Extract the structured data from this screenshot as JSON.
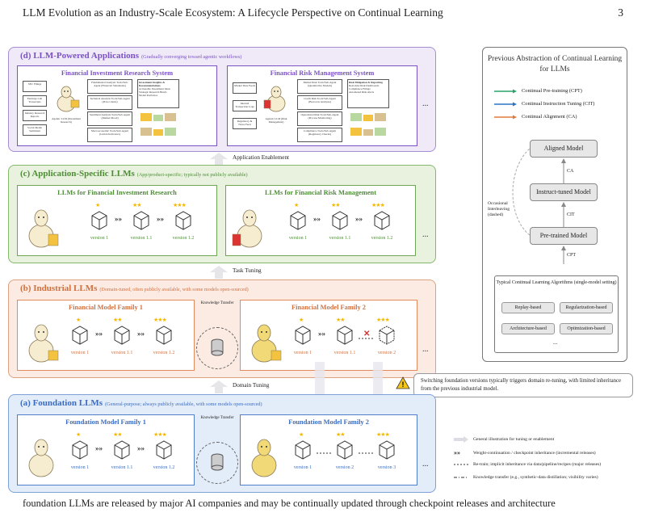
{
  "header": {
    "title": "LLM Evolution as an Industry-Scale Ecosystem: A Lifecycle Perspective on Continual Learning",
    "page_number": "3"
  },
  "panel_d": {
    "title": "(d) LLM-Powered Applications",
    "subtitle": "(Gradually converging toward agentic workflows)",
    "invest": {
      "title": "Financial Investment Research System",
      "inputs": [
        "SEC Filings",
        "Earnings Call Transcripts",
        "Industry Research Reports",
        "Social Media Sentiment"
      ],
      "agent": "Agentic LLM (Investment Research)",
      "tools": [
        "Fundamental Analysis Tools/Sub-Agent (Financial Statements)",
        "Technical Analysis Tools/Sub-Agent (Price Charts)",
        "Sentiment Analysis Tools/Sub-Agent (Market Mood)",
        "Macroeconomic Tools/Sub-Agent (Global Indicators)"
      ],
      "output_title": "Investment Insights & Recommendations",
      "output_items": [
        "Actionable Investment Ideas",
        "Strategic Research Briefs",
        "Model Portfolios"
      ]
    },
    "risk": {
      "title": "Financial Risk Management System",
      "inputs": [
        "Market Data Feeds",
        "Internal Transaction Logs",
        "Regulatory & News Feed"
      ],
      "agent": "Agentic LLM (Risk Management)",
      "tools": [
        "Market Risk Tools/Sub-Agent (Quantitative Models)",
        "Credit Risk Tools/Sub-Agent (Borrower Analysis)",
        "Operational Risk Tools/Sub-Agent (Process Monitoring)",
        "Compliance Tools/Sub-Agent (Regulatory Checks)"
      ],
      "output_title": "Risk Mitigation & Reporting",
      "output_items": [
        "Real-time Risk Dashboards",
        "Compliance Filings",
        "Automated Risk Alerts"
      ]
    },
    "ellipsis": "..."
  },
  "arrow_app": "Application Enablement",
  "panel_c": {
    "title": "(c) Application-Specific LLMs",
    "subtitle": "(App/product-specific; typically not publicly available)",
    "left_title": "LLMs for Financial Investment Research",
    "right_title": "LLMs for Financial Risk Management",
    "versions": [
      "version 1",
      "version 1.1",
      "version 1.2"
    ],
    "ellipsis": "..."
  },
  "arrow_task": "Task Tuning",
  "panel_b": {
    "title": "(b) Industrial LLMs",
    "subtitle": "(Domain-tuned, often publicly available, with some models open-sourced)",
    "left_title": "Financial Model Family 1",
    "right_title": "Financial Model Family 2",
    "kt_label": "Knowledge Transfer",
    "left_versions": [
      "version 1",
      "version 1.1",
      "version 1.2"
    ],
    "right_versions": [
      "version 1",
      "version 1.1",
      "version 2"
    ],
    "ellipsis": "..."
  },
  "arrow_domain": "Domain Tuning",
  "callout": "Switching foundation versions typically triggers domain re-tuning, with limited inheritance from the previous industrial model.",
  "panel_a": {
    "title": "(a) Foundation LLMs",
    "subtitle": "(General-purpose; always publicly available, with some models open-sourced)",
    "left_title": "Foundation Model Family 1",
    "right_title": "Foundation Model Family 2",
    "kt_label": "Knowledge Transfer",
    "left_versions": [
      "version 1",
      "version 1.1",
      "version 1.2"
    ],
    "right_versions": [
      "version 1",
      "version 2",
      "version 3"
    ],
    "ellipsis": "..."
  },
  "right_panel": {
    "title": "Previous Abstraction of Continual Learning for LLMs",
    "legend": [
      {
        "label": "Continual Pre-training (CPT)",
        "color": "#2aa36a"
      },
      {
        "label": "Continual Instruction Tuning (CIT)",
        "color": "#2b74c4"
      },
      {
        "label": "Continual Alignment (CA)",
        "color": "#e07a3c"
      }
    ],
    "models": [
      "Aligned Model",
      "Instruct-tuned Model",
      "Pre-trained Model"
    ],
    "edge_labels": [
      "CA",
      "CIT",
      "CPT"
    ],
    "interleave_note": "Occasional Interleaving (dashed)",
    "algo_title": "Typical Continual Learning Algorithms (single-model setting)",
    "algos": [
      "Replay-based",
      "Regularization-based",
      "Architecture-based",
      "Optimization-based"
    ],
    "algo_more": "..."
  },
  "bottom_legend": [
    {
      "label": "General illustration for tuning or enablement",
      "icon": "block-arrow"
    },
    {
      "label": "Weight-continuation / checkpoint inheritance (incremental releases)",
      "icon": "triple-chevron"
    },
    {
      "label": "Re-train; implicit inheritance via data/pipeline/recipes (major releases)",
      "icon": "dashed-line"
    },
    {
      "label": "Knowledge transfer (e.g., synthetic-data distillation; visibility varies)",
      "icon": "dash-dot-line"
    }
  ],
  "caption": "foundation LLMs are released by major AI companies and may be continually updated through checkpoint releases and architecture"
}
